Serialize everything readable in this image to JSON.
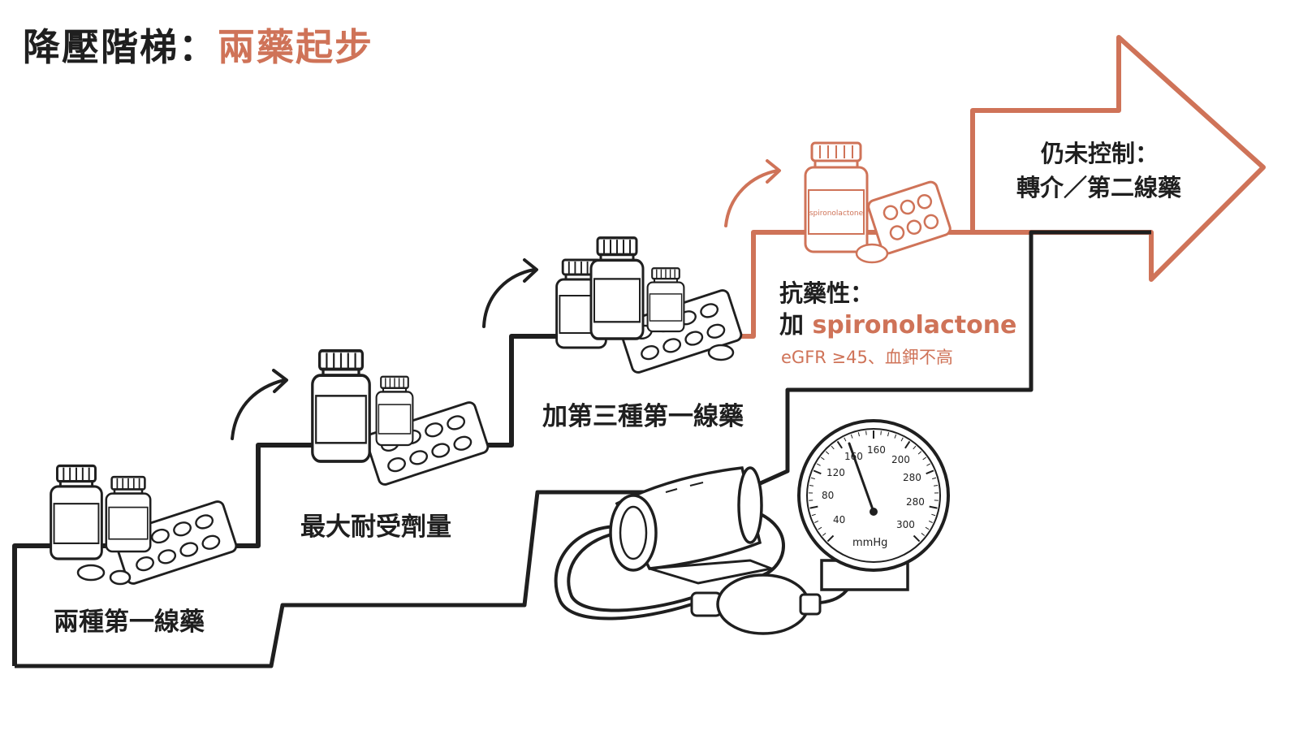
{
  "title": {
    "main": "降壓階梯：",
    "accent": "兩藥起步"
  },
  "steps": [
    {
      "label": "兩種第一線藥"
    },
    {
      "label": "最大耐受劑量"
    },
    {
      "label": "加第三種第一線藥"
    },
    {
      "heading": "抗藥性：",
      "action_prefix": "加 ",
      "drug": "spironolactone",
      "condition": "eGFR ≥45、血鉀不高",
      "bottle_label": "spironolactone"
    },
    {
      "heading": "仍未控制：",
      "action": "轉介／第二線藥"
    }
  ],
  "gauge": {
    "ticks": [
      "40",
      "80",
      "120",
      "160",
      "160",
      "200",
      "280",
      "280",
      "300"
    ],
    "unit": "mmHg"
  },
  "colors": {
    "accent": "#cf7358",
    "ink": "#1f1f1f"
  },
  "icons": [
    "medicine-bottle-icon",
    "pill-blister-icon",
    "curved-arrow-icon",
    "sphygmomanometer-icon"
  ]
}
